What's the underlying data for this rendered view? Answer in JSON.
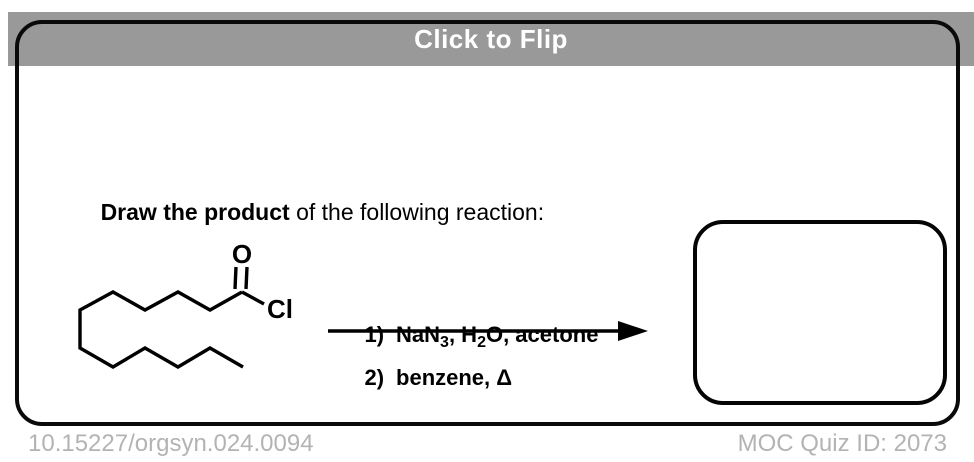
{
  "header": {
    "title": "Click to Flip"
  },
  "question": {
    "bold": "Draw the product",
    "rest": " of the following reaction:"
  },
  "molecule": {
    "oxygen_label": "O",
    "chlorine_label": "Cl"
  },
  "reaction": {
    "step1_number": "1)",
    "step1_parts": [
      "NaN",
      "3",
      ", H",
      "2",
      "O, acetone"
    ],
    "step2_number": "2)",
    "step2_text": "benzene, Δ"
  },
  "footer": {
    "doi": "10.15227/orgsyn.024.0094",
    "quiz_id": "MOC Quiz ID: 2073"
  },
  "colors": {
    "header_bar": "#999999",
    "header_text": "#ffffff",
    "footer_text": "#b3b3b3",
    "ink": "#000000"
  }
}
